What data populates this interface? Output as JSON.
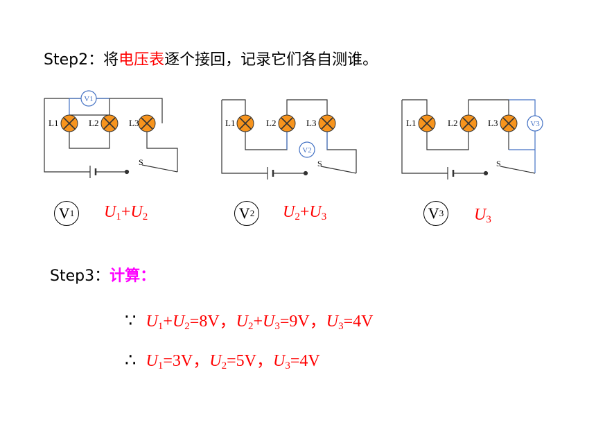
{
  "step2": {
    "prefix": "Step2：将",
    "highlight": "电压表",
    "suffix": "逐个接回，记录它们各自测谁。"
  },
  "circuits": [
    {
      "lamp_labels": [
        "L1",
        "L2",
        "L3"
      ],
      "meter": "V1",
      "switch": "S",
      "answer_meter": "V",
      "answer_meter_sub": "1",
      "answer": [
        {
          "v": "U",
          "s": "1"
        },
        {
          "v": "U",
          "s": "2"
        }
      ]
    },
    {
      "lamp_labels": [
        "L1",
        "L2",
        "L3"
      ],
      "meter": "V2",
      "switch": "S",
      "answer_meter": "V",
      "answer_meter_sub": "2",
      "answer": [
        {
          "v": "U",
          "s": "2"
        },
        {
          "v": "U",
          "s": "3"
        }
      ]
    },
    {
      "lamp_labels": [
        "L1",
        "L2",
        "L3"
      ],
      "meter": "V3",
      "switch": "S",
      "answer_meter": "V",
      "answer_meter_sub": "3",
      "answer": [
        {
          "v": "U",
          "s": "3"
        }
      ]
    }
  ],
  "step3": {
    "prefix": "Step3：",
    "highlight": "计算："
  },
  "because": {
    "symbol": "∵",
    "terms": [
      "=8V，",
      "=9V，",
      "=4V"
    ]
  },
  "therefore": {
    "symbol": "∴",
    "terms": [
      "=3V，",
      "=5V，",
      "=4V"
    ]
  },
  "colors": {
    "red": "#ff0000",
    "magenta": "#ff00ff",
    "lamp": "#f7941d",
    "meter_wire": "#4472c4"
  }
}
